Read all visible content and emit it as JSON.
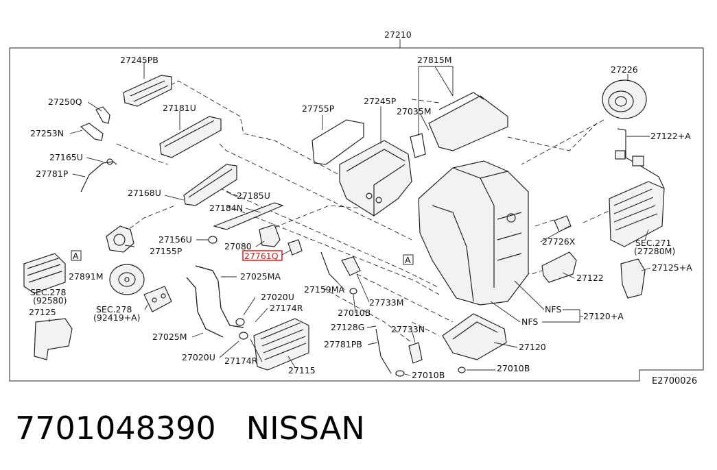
{
  "diagram_code": "E2700026",
  "assembly_label": "27210",
  "highlighted_label": "27761Q",
  "highlight_color": "#d42020",
  "footer": {
    "part_number": "7701048390",
    "brand": "NISSAN"
  },
  "labels": {
    "l27245PB": "27245PB",
    "l27250Q": "27250Q",
    "l27253N": "27253N",
    "l27181U": "27181U",
    "l27165U": "27165U",
    "l27781P": "27781P",
    "l27168U": "27168U",
    "l27185U": "27185U",
    "l27184N": "27184N",
    "l27156U": "27156U",
    "l27155P": "27155P",
    "l27080": "27080",
    "l27891M": "27891M",
    "sec278a": "SEC.278",
    "sec278a_sub": "(92580)",
    "sec278b": "SEC.278",
    "sec278b_sub": "(92419+A)",
    "l27025MA": "27025MA",
    "l27020U_a": "27020U",
    "l27174R_a": "27174R",
    "l27125": "27125",
    "l27025M": "27025M",
    "l27020U_b": "27020U",
    "l27174R_b": "27174R",
    "l27115": "27115",
    "l27755P": "27755P",
    "l27245P": "27245P",
    "l27815M": "27815M",
    "l27035M": "27035M",
    "l27226": "27226",
    "l27122A": "27122+A",
    "l27159MA": "27159MA",
    "l27733M_a": "27733M",
    "l27010B_a": "27010B",
    "l27128G": "27128G",
    "l27733M_b": "27733N",
    "l27781PB": "27781PB",
    "l27010B_b": "27010B",
    "l27010B_c": "27010B",
    "l27120": "27120",
    "l27726X": "27726X",
    "l27122": "27122",
    "sec271": "SEC.271",
    "sec271_sub": "(27280M)",
    "l27125A": "27125+A",
    "nfs_a": "NFS",
    "nfs_b": "NFS",
    "l27120A": "27120+A",
    "marker_a1": "A",
    "marker_a2": "A"
  }
}
